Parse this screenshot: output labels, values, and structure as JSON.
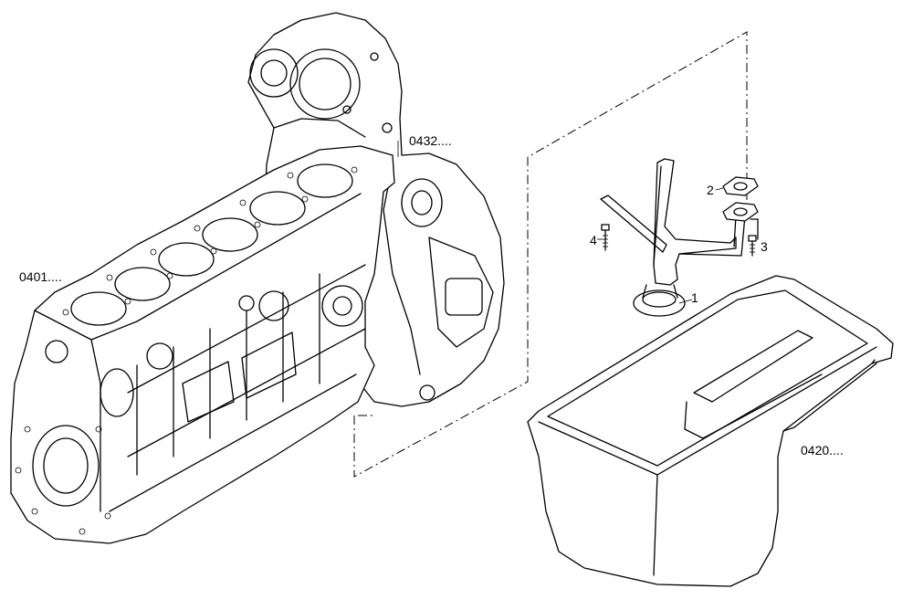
{
  "callouts": {
    "engine_block": "0401....",
    "flywheel_housing": "0432....",
    "oil_sump": "0420....",
    "item_1": "1",
    "item_2": "2",
    "item_3": "3",
    "item_4": "4"
  },
  "parts": {
    "engine_block": "engine-block",
    "flywheel_housing": "flywheel-housing",
    "oil_pickup_tube": "oil-suction-pipe",
    "gasket": "gasket",
    "screw_3": "screw",
    "screw_4": "screw",
    "oil_sump": "oil-sump"
  }
}
